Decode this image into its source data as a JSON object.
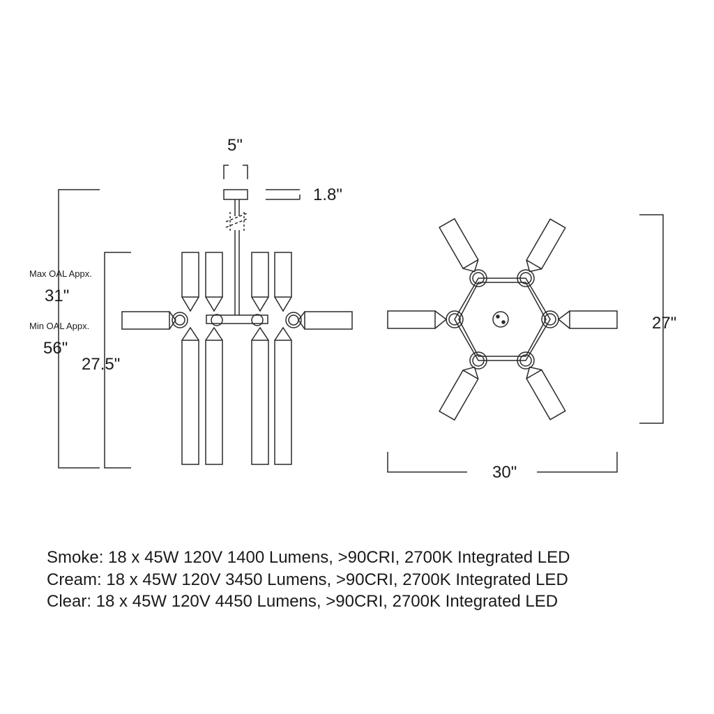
{
  "dimensions": {
    "canopy_width": "5\"",
    "canopy_height": "1.8\"",
    "max_oal_label": "Max OAL Appx.",
    "max_oal_value": "31\"",
    "min_oal_label": "Min OAL Appx.",
    "min_oal_value": "56\"",
    "fixture_height": "27.5\"",
    "top_view_depth": "27\"",
    "top_view_width": "30\""
  },
  "specs": [
    "Smoke: 18 x 45W 120V 1400 Lumens, >90CRI, 2700K Integrated LED",
    "Cream: 18 x 45W 120V 3450 Lumens, >90CRI, 2700K Integrated LED",
    "Clear: 18 x 45W 120V 4450 Lumens, >90CRI, 2700K Integrated LED"
  ],
  "colors": {
    "line": "#2a2a2a",
    "text": "#1a1a1a",
    "background": "#ffffff"
  }
}
